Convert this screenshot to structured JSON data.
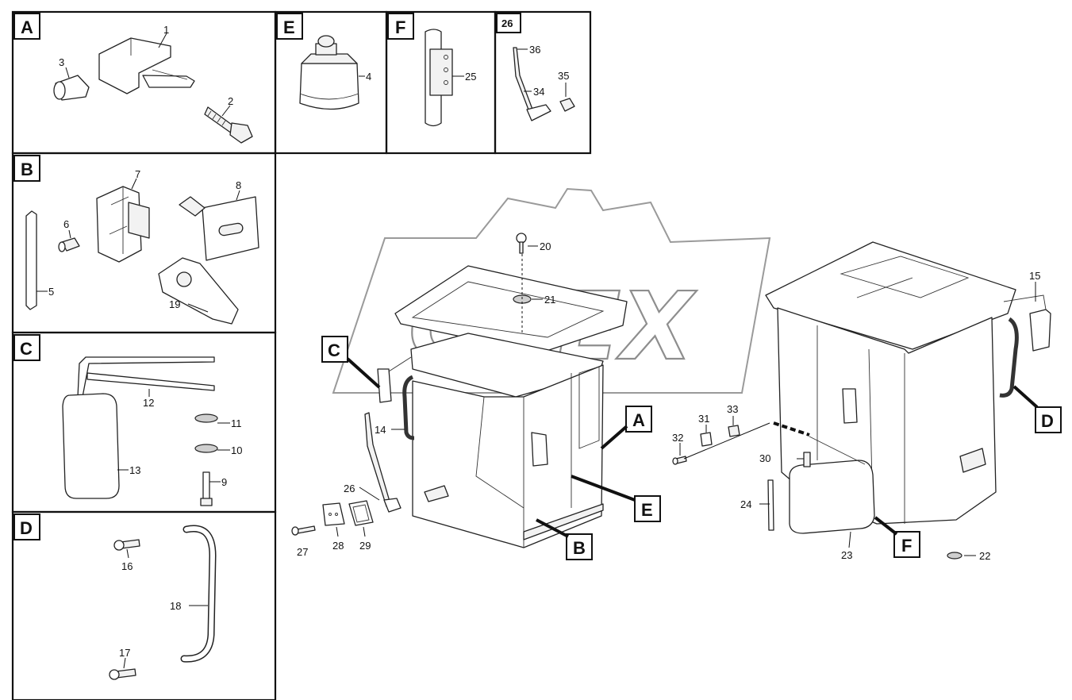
{
  "watermark_text": "OPEX",
  "panels": [
    {
      "id": "A",
      "label": "A"
    },
    {
      "id": "B",
      "label": "B"
    },
    {
      "id": "C",
      "label": "C"
    },
    {
      "id": "D",
      "label": "D"
    },
    {
      "id": "E",
      "label": "E"
    },
    {
      "id": "F",
      "label": "F"
    },
    {
      "id": "26",
      "label": "26"
    }
  ],
  "callouts": [
    "A",
    "B",
    "C",
    "D",
    "E",
    "F"
  ],
  "part_numbers": {
    "p1": "1",
    "p2": "2",
    "p3": "3",
    "p4": "4",
    "p5": "5",
    "p6": "6",
    "p7": "7",
    "p8": "8",
    "p9": "9",
    "p10": "10",
    "p11": "11",
    "p12": "12",
    "p13": "13",
    "p14": "14",
    "p15": "15",
    "p16": "16",
    "p17": "17",
    "p18": "18",
    "p19": "19",
    "p20": "20",
    "p21": "21",
    "p22": "22",
    "p23": "23",
    "p24": "24",
    "p25": "25",
    "p26": "26",
    "p27": "27",
    "p28": "28",
    "p29": "29",
    "p30": "30",
    "p31": "31",
    "p32": "32",
    "p33": "33",
    "p34": "34",
    "p35": "35",
    "p36": "36"
  }
}
